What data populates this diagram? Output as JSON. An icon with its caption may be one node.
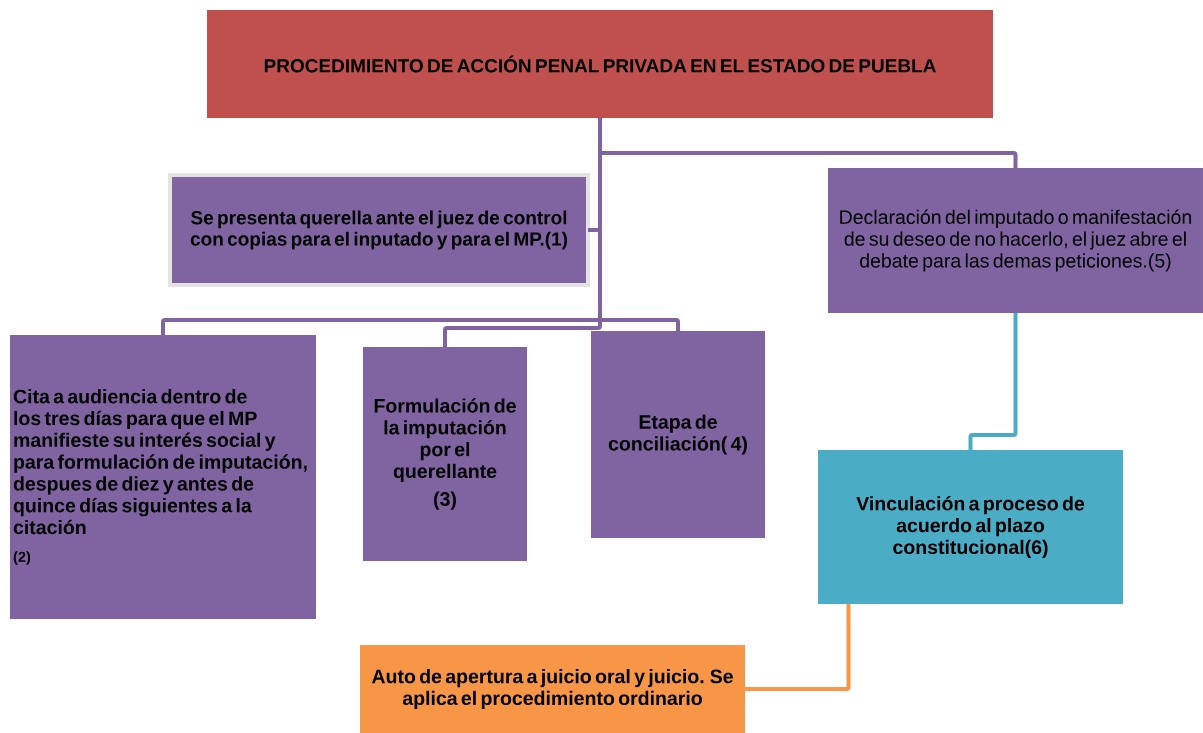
{
  "diagram": {
    "nodes": [
      {
        "text": [
          "PROCEDIMIENTO DE ACCIÓN PENAL PRIVADA EN EL ESTADO DE PUEBLA"
        ]
      },
      {
        "text": [
          "Se presenta querella ante el juez de control con copias para el inputado y para el MP.(1)"
        ]
      },
      {
        "text": [
          "Cita  a audiencia dentro de los tres días para que el MP manifieste su interés social y para formulación de imputación, despues de diez y antes de quince días siguientes a la citación",
          "(2)"
        ]
      },
      {
        "text": [
          "Formulación de la imputación por el querellante",
          "(3)"
        ]
      },
      {
        "text": [
          "Etapa de conciliación( 4)"
        ]
      },
      {
        "text": [
          "Declaración del imputado o manifestación de su deseo de no hacerlo, el juez abre el debate para las demas peticiones.(5)"
        ]
      },
      {
        "text": [
          "Vinculación a proceso de acuerdo al plazo constitucional(6)"
        ]
      },
      {
        "text": [
          "Auto de apertura a juicio oral y juicio. Se aplica el procedimiento ordinario"
        ]
      }
    ],
    "edges": [
      {
        "from": 0,
        "to": 1,
        "arrow": "none"
      },
      {
        "from": 0,
        "to": 5,
        "arrow": "none"
      },
      {
        "from": 0,
        "to": 2,
        "arrow": "none"
      },
      {
        "from": 0,
        "to": 3,
        "arrow": "none"
      },
      {
        "from": 0,
        "to": 4,
        "arrow": "none"
      },
      {
        "from": 5,
        "to": 6,
        "arrow": "none",
        "color": "#4bacc6"
      },
      {
        "from": 6,
        "to": 7,
        "arrow": "none",
        "color": "#f79646"
      }
    ]
  }
}
